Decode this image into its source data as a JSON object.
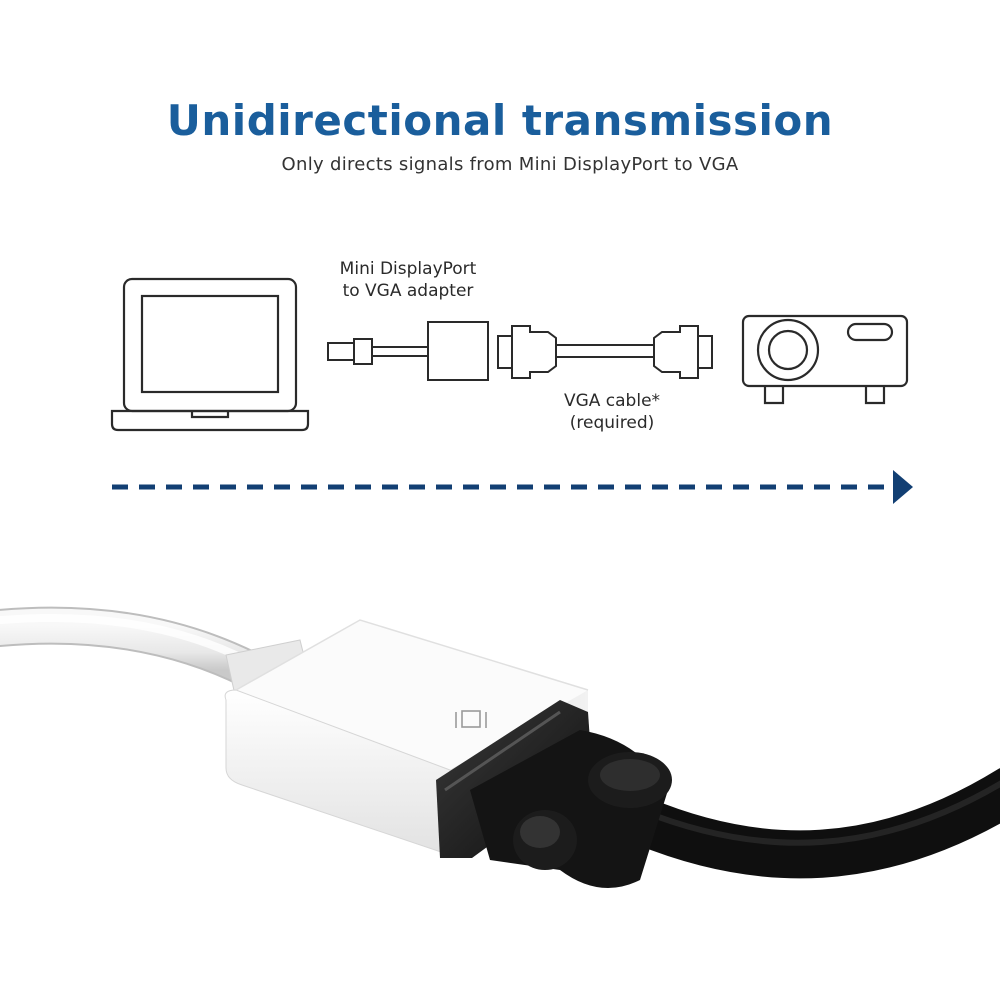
{
  "header": {
    "title": "Unidirectional transmission",
    "subtitle": "Only directs signals from Mini DisplayPort to VGA"
  },
  "diagram": {
    "adapter_label_line1": "Mini DisplayPort",
    "adapter_label_line2": "to VGA adapter",
    "cable_label_line1": "VGA cable*",
    "cable_label_line2": "(required)",
    "flow_direction": "left-to-right",
    "colors": {
      "accent": "#1a5e9c",
      "arrow": "#123f73",
      "line": "#2a2a2a"
    },
    "icons": [
      "laptop-icon",
      "mini-displayport-plug-icon",
      "adapter-box-icon",
      "vga-connector-icon",
      "projector-icon",
      "arrow-right-icon"
    ]
  },
  "photo": {
    "icons": [
      "display-port-symbol-icon"
    ],
    "colors": {
      "adapter_body": "#f4f4f4",
      "vga_plug": "#1a1a1a"
    }
  }
}
